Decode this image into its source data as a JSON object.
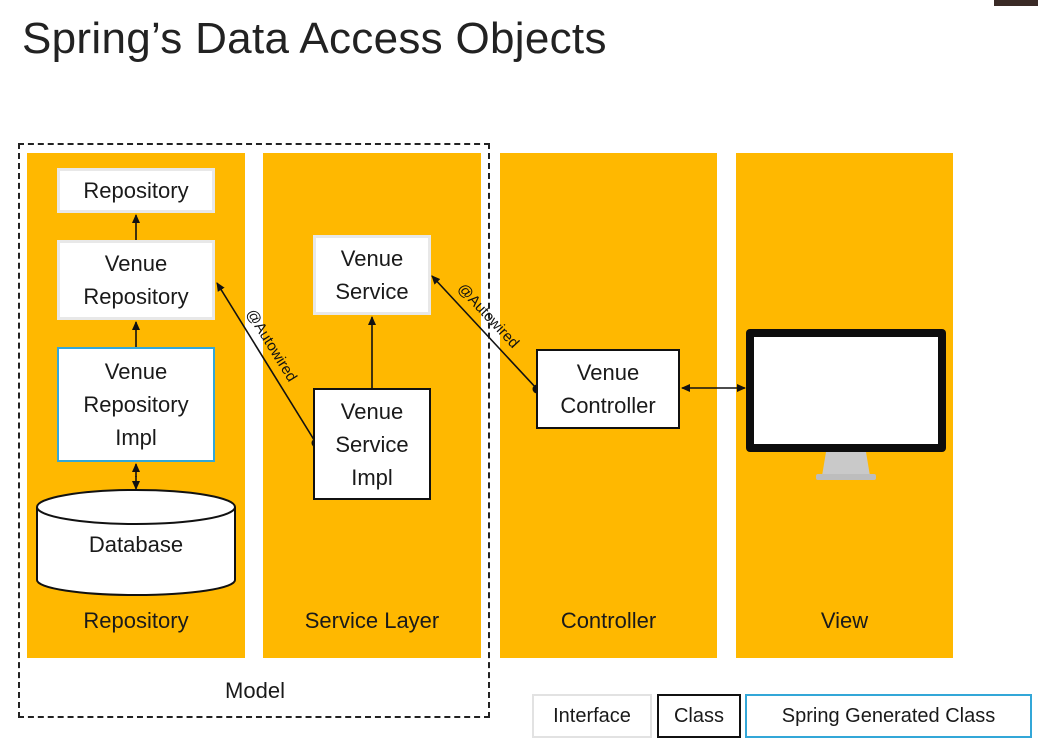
{
  "title": "Spring’s Data Access Objects",
  "columns": {
    "repository": "Repository",
    "service": "Service Layer",
    "controller": "Controller",
    "view": "View"
  },
  "model_label": "Model",
  "nodes": {
    "repository_interface": "Repository",
    "venue_repository": "Venue\nRepository",
    "venue_repository_impl": "Venue\nRepository\nImpl",
    "database": "Database",
    "venue_service": "Venue\nService",
    "venue_service_impl": "Venue\nService\nImpl",
    "venue_controller": "Venue\nController"
  },
  "edge_labels": {
    "autowired_repo": "@Autowired",
    "autowired_service": "@Autowired"
  },
  "legend": {
    "interface": "Interface",
    "class": "Class",
    "spring": "Spring Generated Class"
  },
  "colors": {
    "column_fill": "#FFB800",
    "spring_border": "#33a7d8",
    "class_border": "#111111",
    "interface_border": "#e8e8e8"
  },
  "icons": {
    "view": "monitor-icon"
  }
}
